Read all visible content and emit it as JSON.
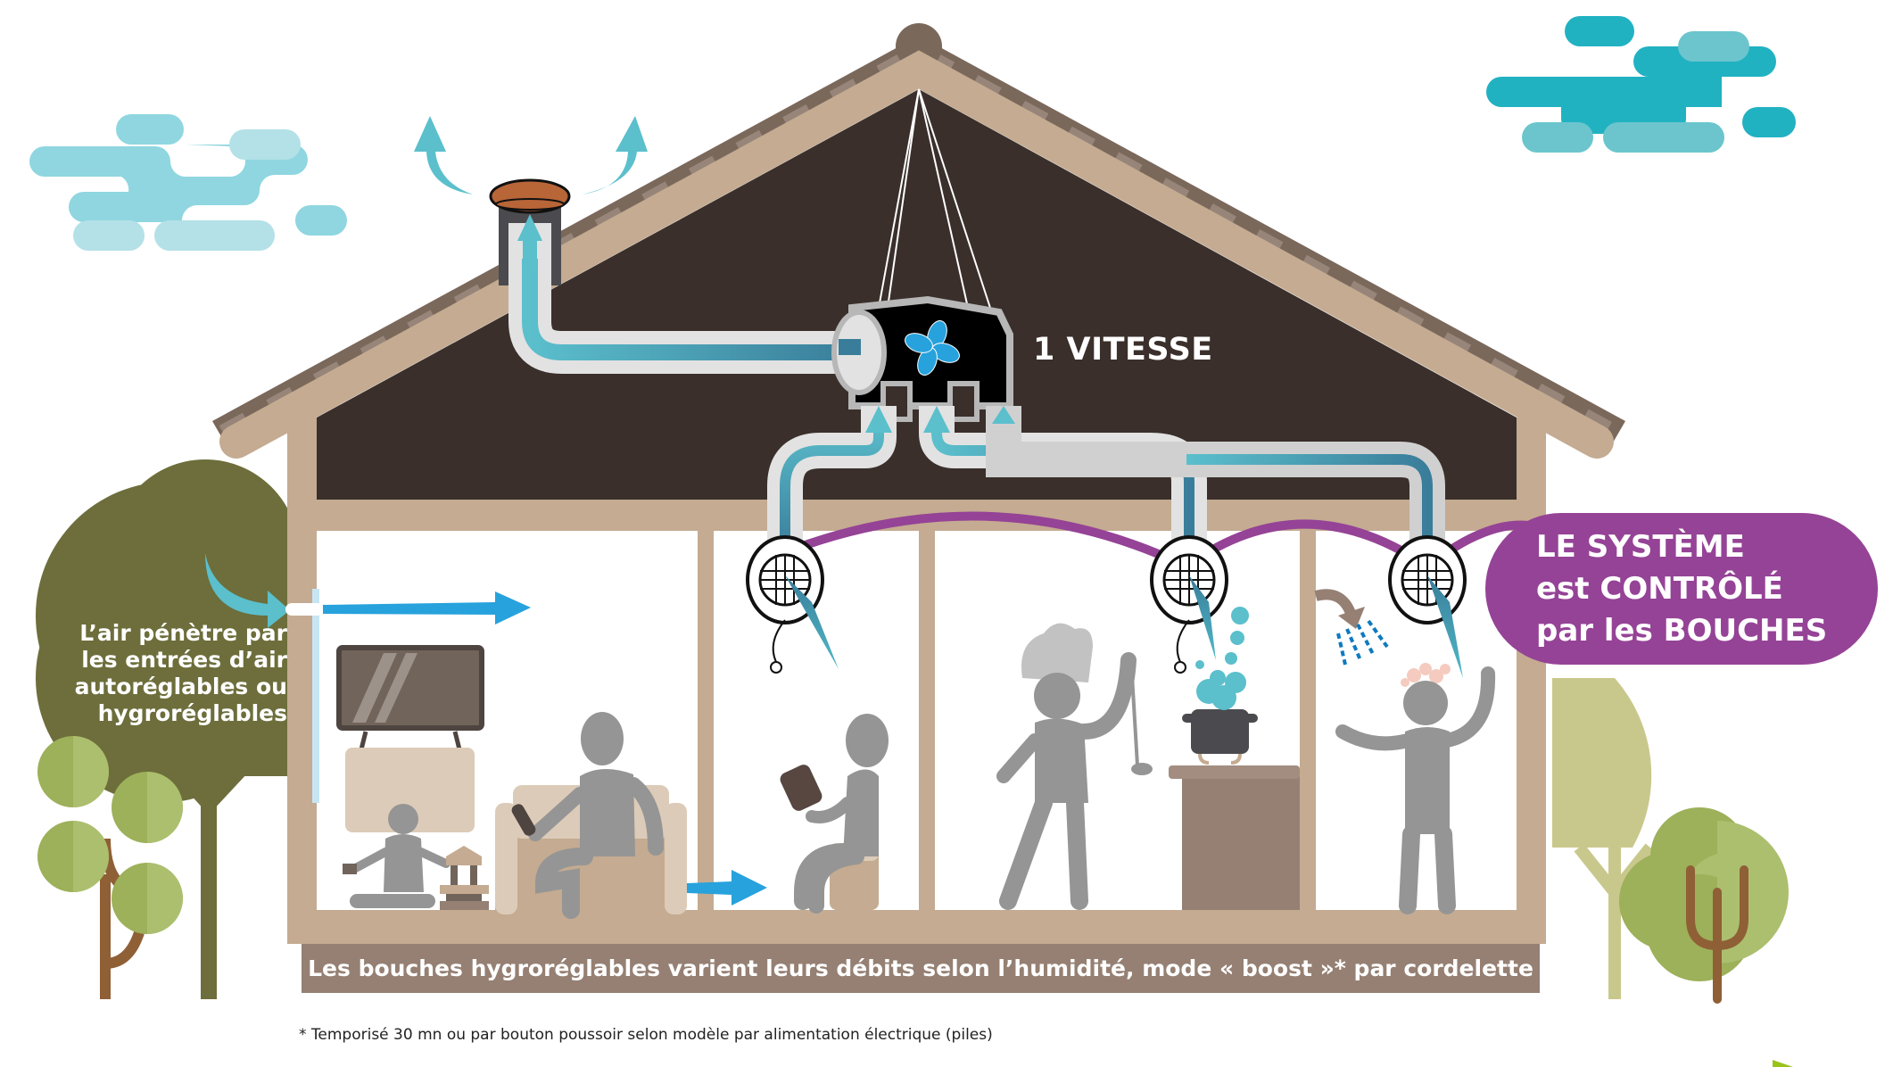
{
  "diagram": {
    "title": "Ventilation VMC simple flux hygroréglable",
    "fan_unit": {
      "label": "1 VITESSE",
      "icon": "fan-icon"
    },
    "air_inlet_note": {
      "lines": [
        "L’air pénètre par",
        "les entrées d’air",
        "autoréglables ou",
        "hygroréglables"
      ]
    },
    "control_note": {
      "lines": [
        "LE SYSTÈME",
        "est CONTRÔLÉ",
        "par les BOUCHES"
      ]
    },
    "caption": "Les bouches hygroréglables varient leurs débits selon l’humidité, mode « boost »* par cordelette",
    "footnote": "* Temporisé 30 mn ou par bouton poussoir selon modèle par alimentation électrique (piles)",
    "rooms": [
      {
        "name": "living-room",
        "icon": "tv-icon"
      },
      {
        "name": "toilet",
        "icon": "person-reading-icon"
      },
      {
        "name": "kitchen",
        "icon": "chef-icon"
      },
      {
        "name": "bathroom",
        "icon": "shower-icon"
      }
    ],
    "colors": {
      "roof_tile_dark": "#7a685b",
      "roof_tile_light": "#978579",
      "frame": "#c4ab91",
      "attic": "#3a2f2b",
      "duct": "#e2e2e2",
      "airflow_teal": "#5bbfcc",
      "airflow_blue": "#27a2dc",
      "control_purple": "#954396",
      "caption_bar": "#958073",
      "tree_dark": "#6d6e3b",
      "tree_green": "#9db05a",
      "tree_light": "#c9c88c",
      "cloud_left": "#8fd6e0",
      "cloud_right": "#21b2c2",
      "person": "#959595"
    }
  }
}
